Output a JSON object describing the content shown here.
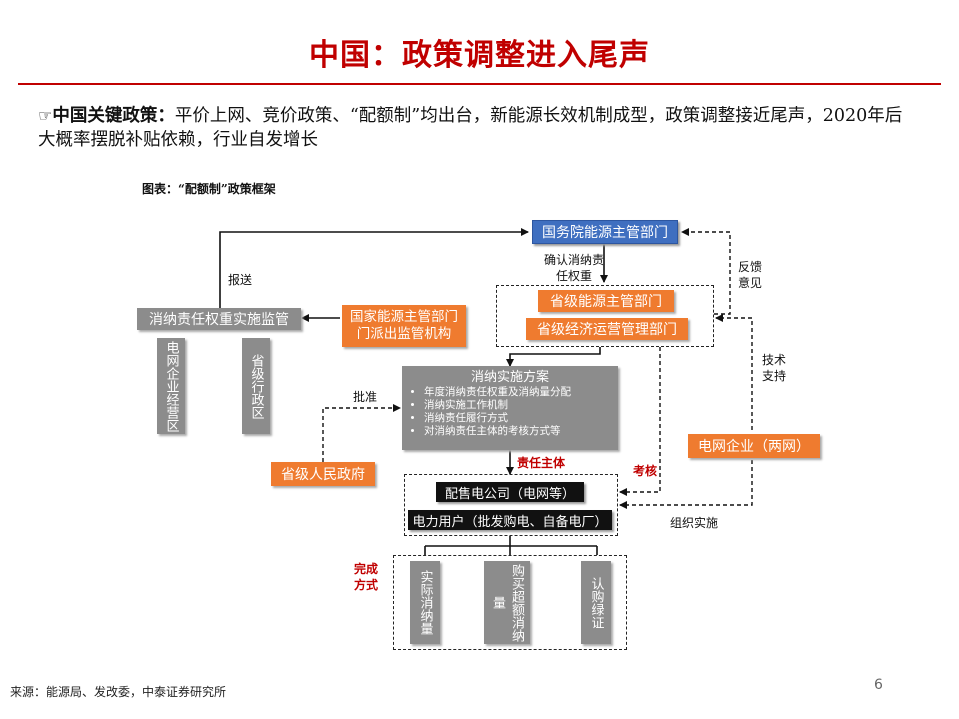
{
  "title": "中国：政策调整进入尾声",
  "bullet": {
    "symbol": "☞",
    "lead": "中国关键政策：",
    "text": "平价上网、竞价政策、“配额制”均出台，新能源长效机制成型，政策调整接近尾声，2020年后大概率摆脱补贴依赖，行业自发增长"
  },
  "figure_caption": "图表：“配额制”政策框架",
  "diagram": {
    "state_council": "国务院能源主管部门",
    "confirm_label": "确认消纳责任权重",
    "feedback_label": "反馈意见",
    "report_label": "报送",
    "provincial_energy": "省级能源主管部门",
    "provincial_econ": "省级经济运营管理部门",
    "supervision": "消纳责任权重实施监管",
    "nea_office": "国家能源主管部门门派出监管机构",
    "grid_operating_area": "电网企业经营区",
    "provincial_admin_area": "省级行政区",
    "plan_title": "消纳实施方案",
    "plan_items": [
      "年度消纳责任权重及消纳量分配",
      "消纳实施工作机制",
      "消纳责任履行方式",
      "对消纳责任主体的考核方式等"
    ],
    "approve_label": "批准",
    "provincial_gov": "省级人民政府",
    "tech_support_label": "技术支持",
    "grid_company": "电网企业（两网）",
    "responsible_subject_label": "责任主体",
    "assess_label": "考核",
    "distribution_company": "配售电公司（电网等）",
    "power_users": "电力用户（批发购电、自备电厂）",
    "organize_label": "组织实施",
    "completion_label": "完成方式",
    "methods": [
      "实际消纳量",
      "购买超额消纳量",
      "认购绿证"
    ]
  },
  "source": "来源：能源局、发改委，中泰证券研究所",
  "page_number": "6"
}
